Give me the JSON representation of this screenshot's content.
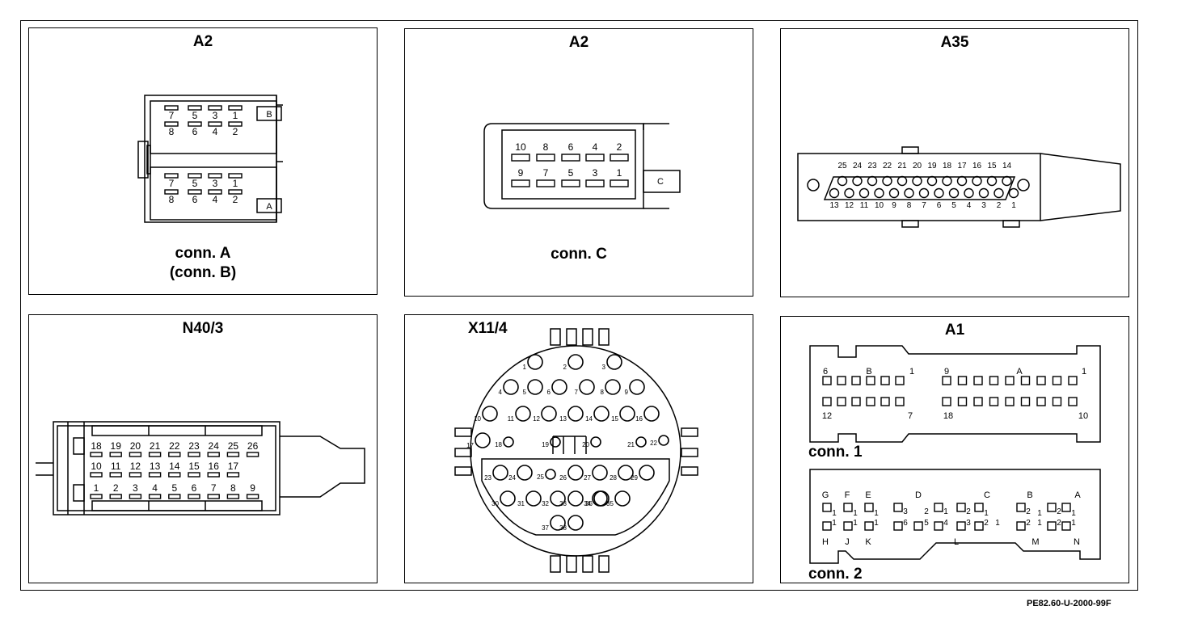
{
  "panels": {
    "p1": {
      "title": "A2",
      "caption_line1": "conn. A",
      "caption_line2": "(conn. B)",
      "tag_top": "B",
      "tag_bottom": "A",
      "top_row": [
        "7",
        "5",
        "3",
        "1"
      ],
      "bottom_row": [
        "8",
        "6",
        "4",
        "2"
      ]
    },
    "p2": {
      "title": "A2",
      "caption": "conn. C",
      "tag": "C",
      "top_row": [
        "10",
        "8",
        "6",
        "4",
        "2"
      ],
      "bottom_row": [
        "9",
        "7",
        "5",
        "3",
        "1"
      ]
    },
    "p3": {
      "title": "A35",
      "top_row": [
        "25",
        "24",
        "23",
        "22",
        "21",
        "20",
        "19",
        "18",
        "17",
        "16",
        "15",
        "14"
      ],
      "bottom_row": [
        "13",
        "12",
        "11",
        "10",
        "9",
        "8",
        "7",
        "6",
        "5",
        "4",
        "3",
        "2",
        "1"
      ]
    },
    "p4": {
      "title": "N40/3",
      "row1": [
        "18",
        "19",
        "20",
        "21",
        "22",
        "23",
        "24",
        "25",
        "26"
      ],
      "row2": [
        "10",
        "11",
        "12",
        "13",
        "14",
        "15",
        "16",
        "17"
      ],
      "row3": [
        "1",
        "2",
        "3",
        "4",
        "5",
        "6",
        "7",
        "8",
        "9"
      ]
    },
    "p5": {
      "title": "X11/4",
      "pins": [
        "1",
        "2",
        "3",
        "4",
        "5",
        "6",
        "7",
        "8",
        "9",
        "10",
        "11",
        "12",
        "13",
        "14",
        "15",
        "16",
        "17",
        "18",
        "19",
        "20",
        "21",
        "22",
        "23",
        "24",
        "25",
        "26",
        "27",
        "28",
        "29",
        "30",
        "31",
        "32",
        "33",
        "34",
        "35",
        "36",
        "37",
        "38"
      ]
    },
    "p6": {
      "title": "A1",
      "conn1_label": "conn. 1",
      "conn2_label": "conn. 2",
      "c1_left_top": [
        "6",
        "B",
        "1"
      ],
      "c1_left_bottom": [
        "12",
        "7"
      ],
      "c1_right_top": [
        "9",
        "A",
        "1"
      ],
      "c1_right_bottom": [
        "18",
        "10"
      ],
      "c2_top_letters": [
        "G",
        "F",
        "E",
        "D",
        "C",
        "B",
        "A"
      ],
      "c2_bottom_letters": [
        "H",
        "J",
        "K",
        "L",
        "M",
        "N"
      ],
      "c2_digit_1": "1",
      "c2_digit_2": "2",
      "c2_digit_3": "3",
      "c2_digit_4": "4",
      "c2_digit_5": "5",
      "c2_digit_6": "6"
    }
  },
  "doc_ref": "PE82.60-U-2000-99F"
}
